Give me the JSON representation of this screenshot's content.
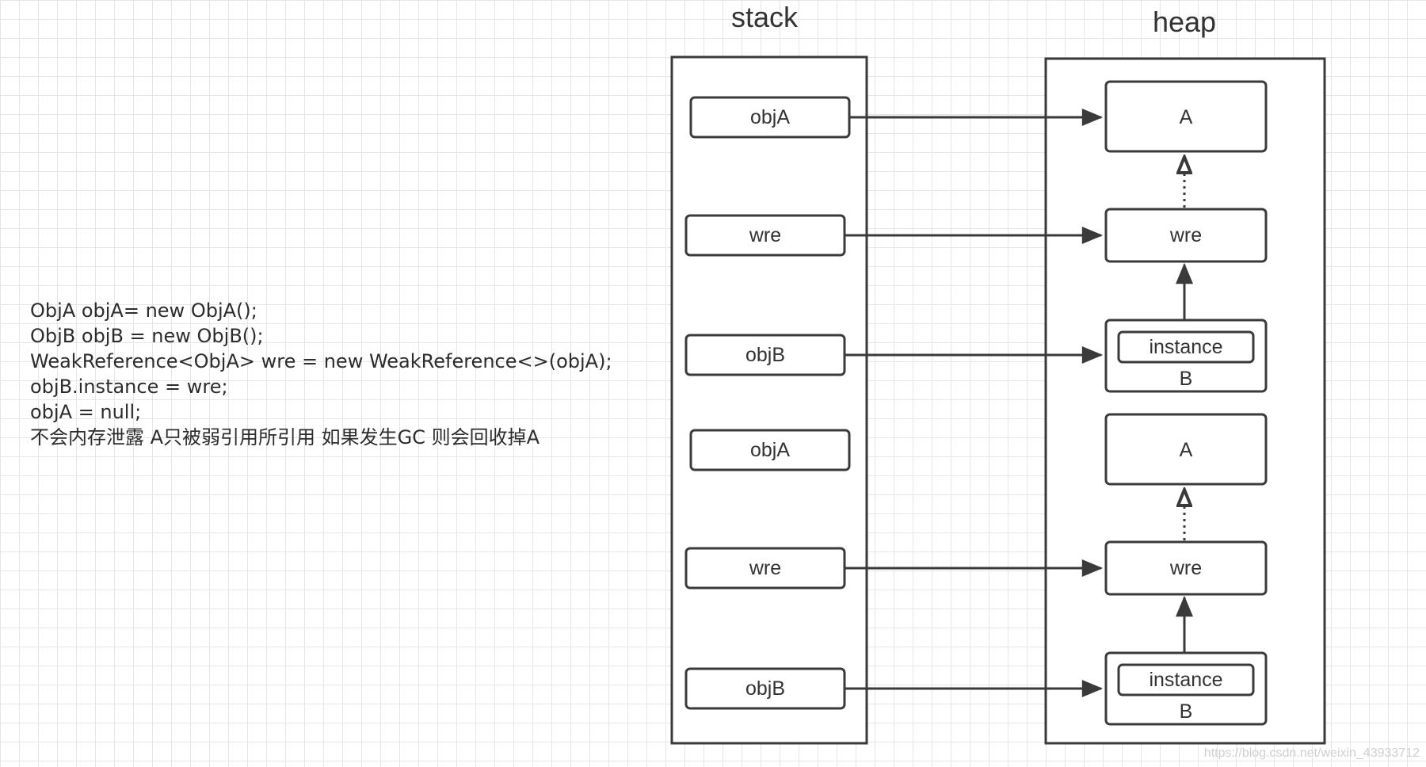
{
  "code_lines": [
    "ObjA objA= new ObjA();",
    "ObjB objB = new ObjB();",
    "WeakReference<ObjA> wre = new WeakReference<>(objA);",
    "objB.instance = wre;",
    "objA = null;",
    "不会内存泄露 A只被弱引用所引用 如果发生GC 则会回收掉A"
  ],
  "stack": {
    "title": "stack",
    "items": [
      "objA",
      "wre",
      "objB",
      "objA",
      "wre",
      "objB"
    ]
  },
  "heap": {
    "title": "heap",
    "groups": [
      {
        "a_label": "A",
        "wre_label": "wre",
        "instance_label": "instance",
        "b_label": "B"
      },
      {
        "a_label": "A",
        "wre_label": "wre",
        "instance_label": "instance",
        "b_label": "B"
      }
    ]
  },
  "watermark": "https://blog.csdn.net/weixin_43933712"
}
